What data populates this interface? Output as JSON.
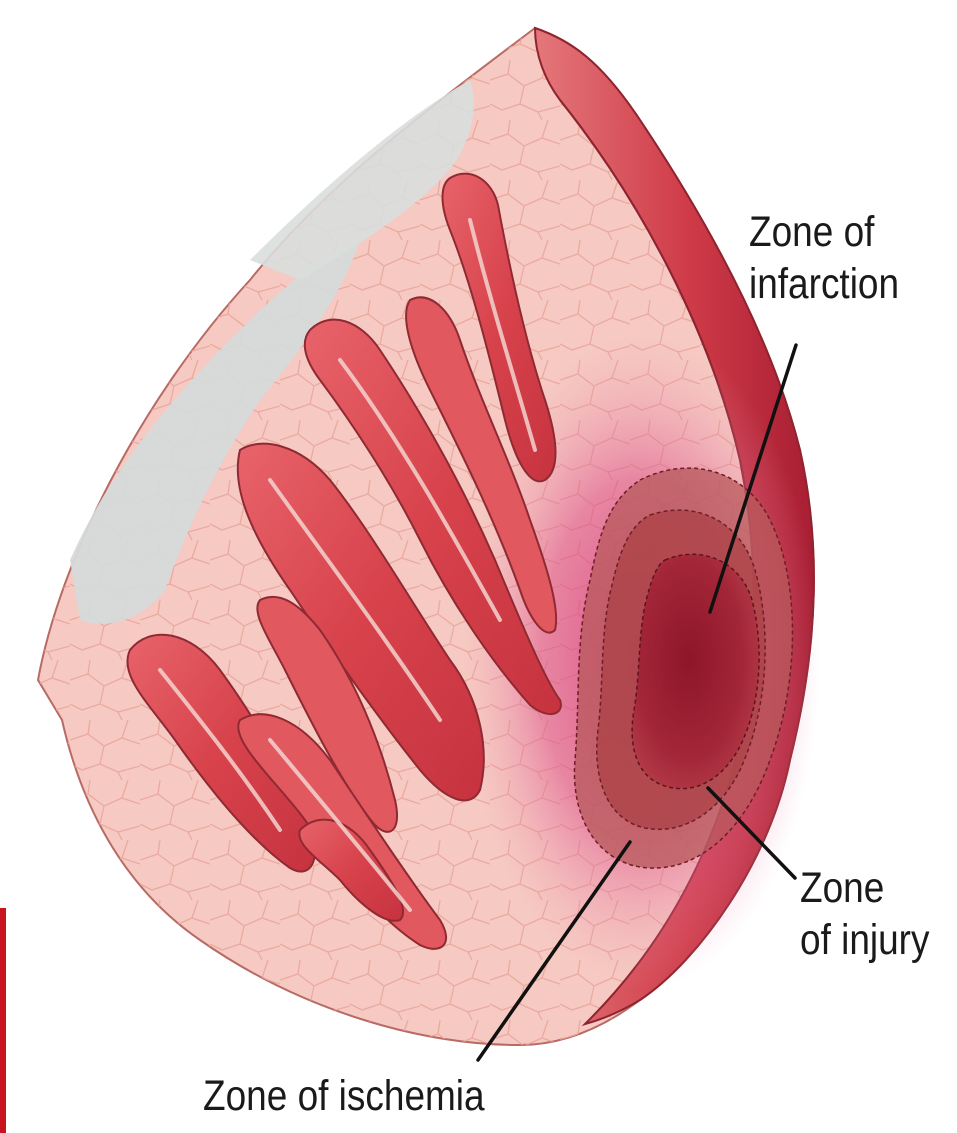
{
  "labels": {
    "infarction_line1": "Zone of",
    "infarction_line2": "infarction",
    "injury_line1": "Zone",
    "injury_line2": "of injury",
    "ischemia": "Zone of ischemia"
  },
  "colors": {
    "myocardium": "#f6c9c1",
    "muscle": "#d9474e",
    "ischemia": "#d94f82",
    "injury": "#b84a4f",
    "infarction": "#961e2d",
    "valve_shadow": "#d7dcdb",
    "accent_bar": "#c8141e"
  }
}
